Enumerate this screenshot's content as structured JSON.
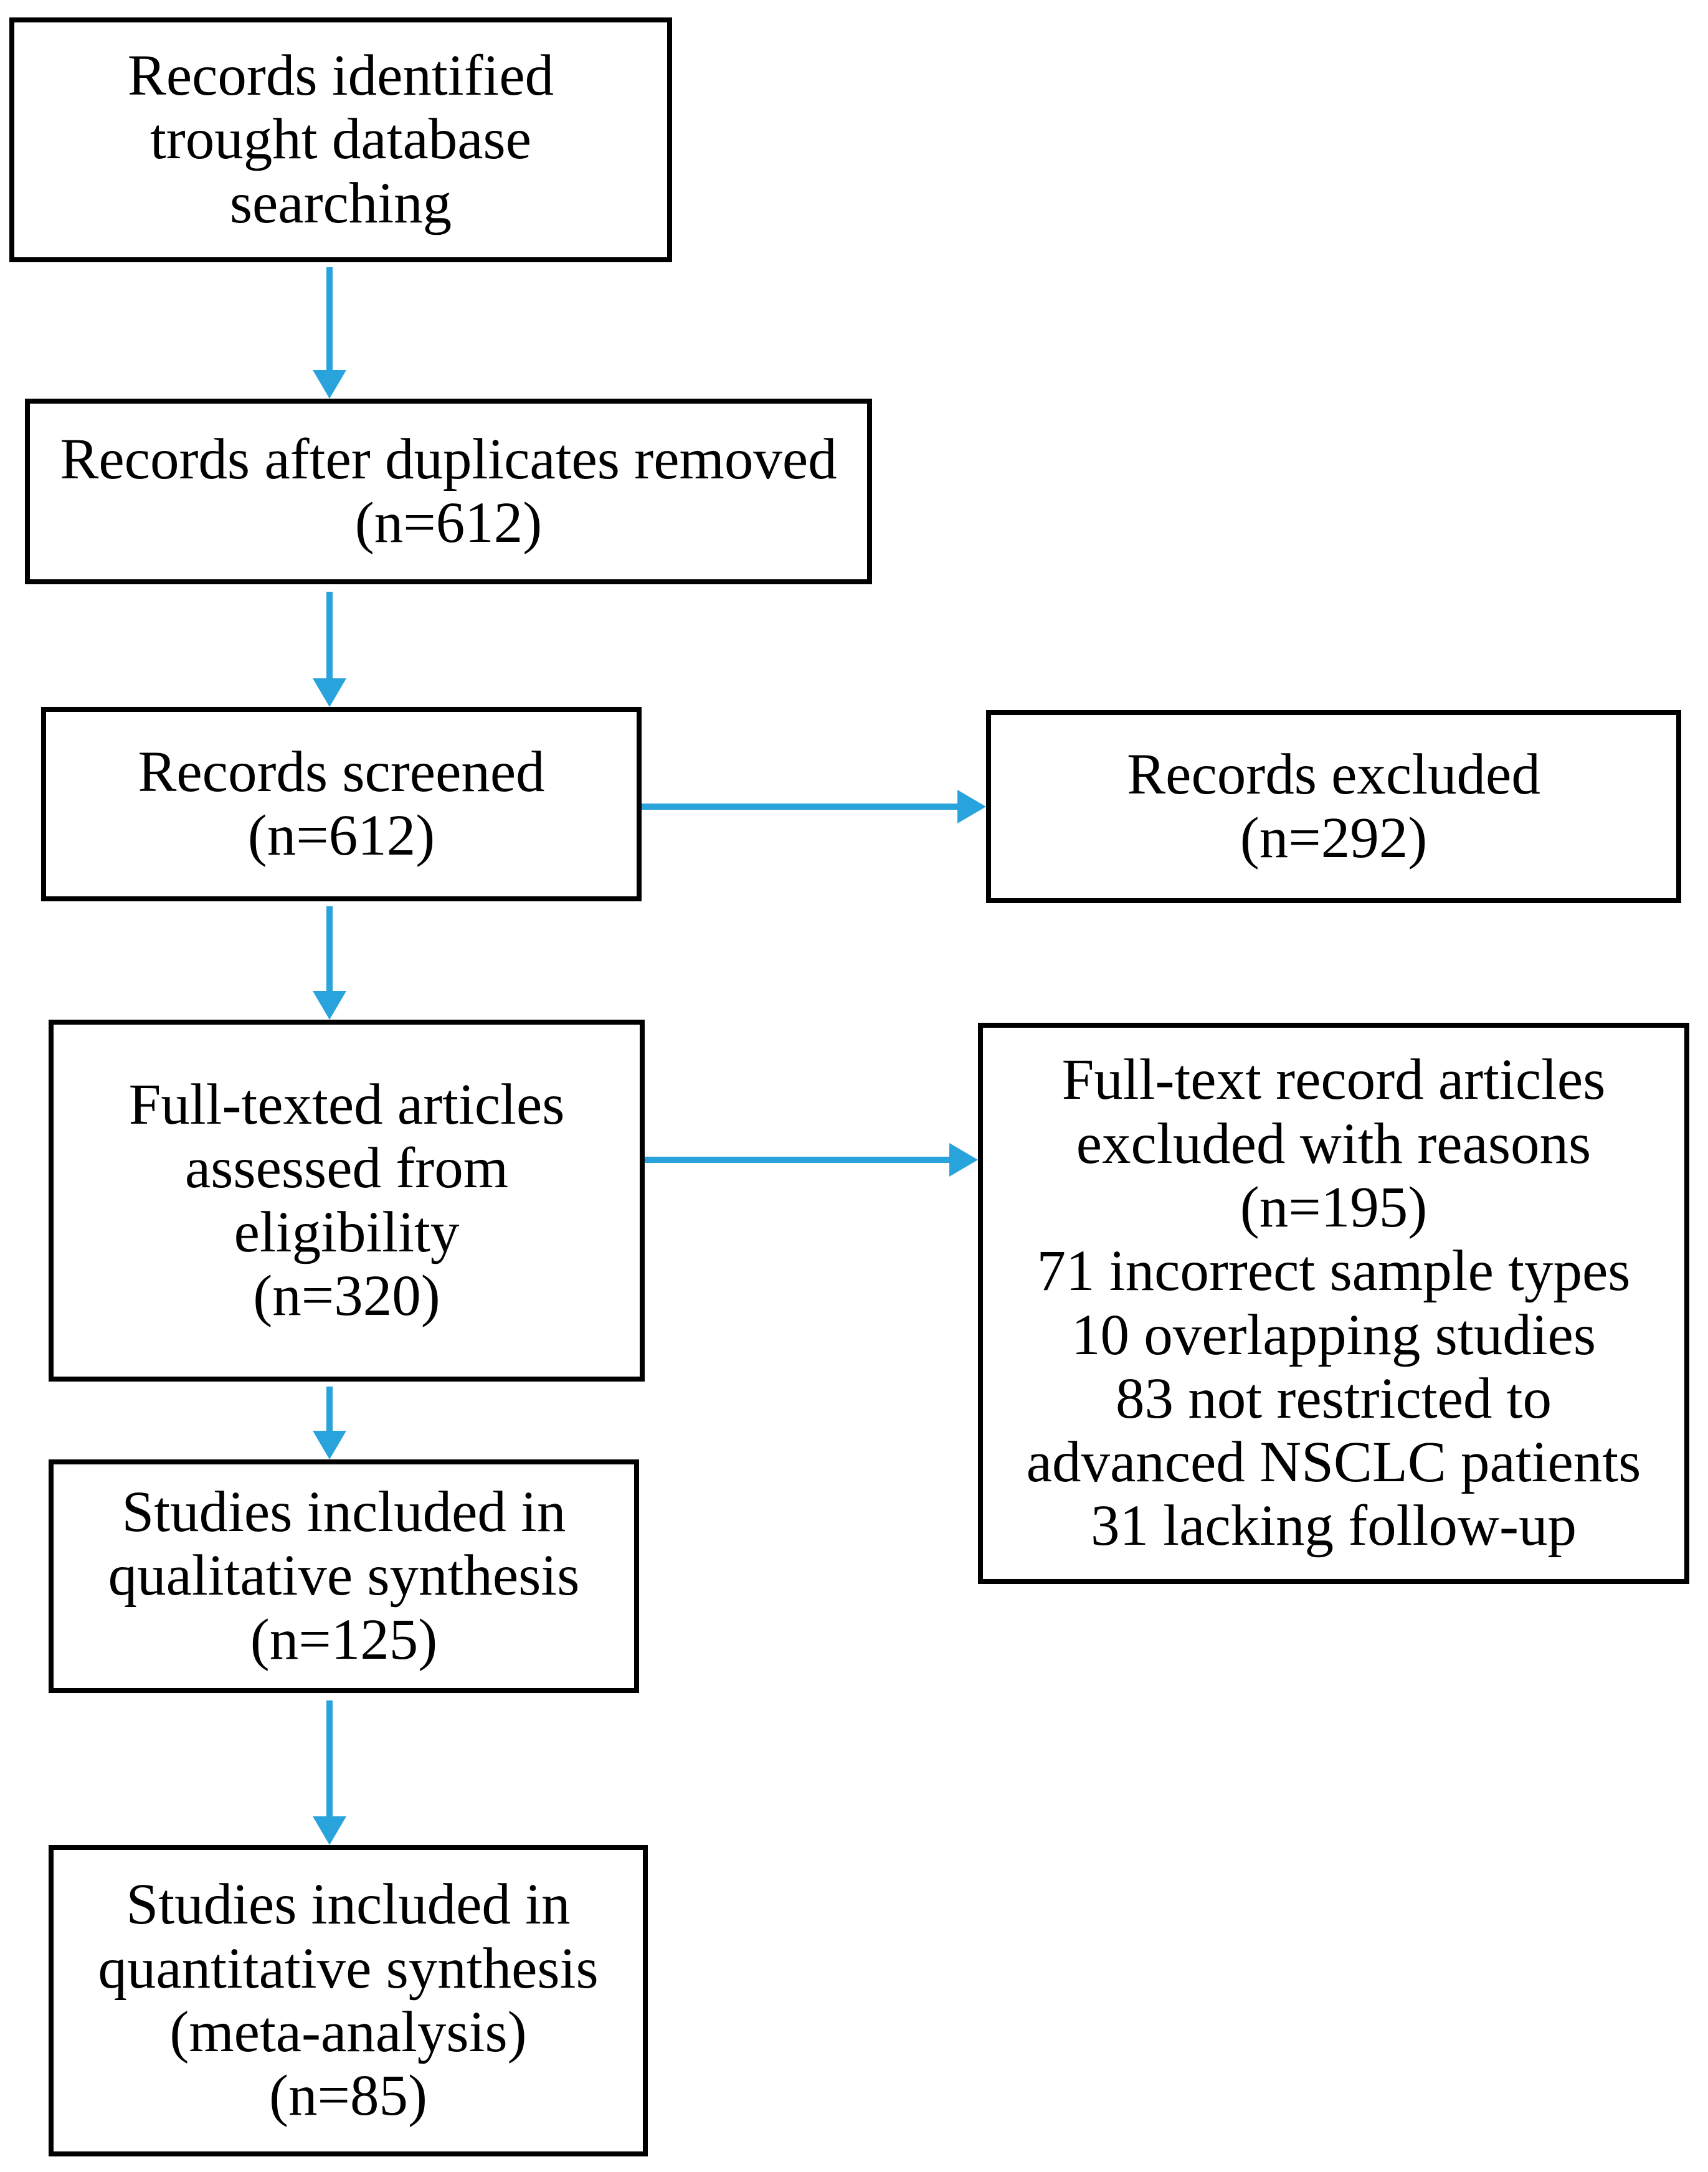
{
  "colors": {
    "arrow": "#29a3dc",
    "box_border": "#000000",
    "text": "#000000",
    "background": "#ffffff"
  },
  "boxes": {
    "identification": {
      "lines": [
        "Records identified",
        "trought database",
        "searching"
      ]
    },
    "duplicates_removed": {
      "n": 612,
      "lines": [
        "Records after duplicates removed",
        "(n=612)"
      ]
    },
    "screened": {
      "n": 612,
      "lines": [
        "Records screened",
        "(n=612)"
      ]
    },
    "records_excluded": {
      "n": 292,
      "lines": [
        "Records excluded",
        "(n=292)"
      ]
    },
    "fulltext_assessed": {
      "n": 320,
      "lines": [
        "Full-texted articles",
        "assessed from",
        "eligibility",
        "(n=320)"
      ]
    },
    "fulltext_excluded": {
      "n": 195,
      "reasons": [
        {
          "count": 71,
          "label": "incorrect sample types"
        },
        {
          "count": 10,
          "label": "overlapping studies"
        },
        {
          "count": 83,
          "label": "not restricted to advanced NSCLC patients"
        },
        {
          "count": 31,
          "label": "lacking follow-up"
        }
      ],
      "lines": [
        "Full-text record articles",
        "excluded with reasons",
        "(n=195)",
        "71 incorrect sample types",
        "10 overlapping studies",
        "83 not restricted to",
        "advanced NSCLC patients",
        "31 lacking follow-up"
      ]
    },
    "qualitative_synthesis": {
      "n": 125,
      "lines": [
        "Studies included in",
        "qualitative synthesis",
        "(n=125)"
      ]
    },
    "quantitative_synthesis": {
      "n": 85,
      "lines": [
        "Studies included in",
        "quantitative synthesis",
        "(meta-analysis)",
        "(n=85)"
      ]
    }
  },
  "arrows": [
    {
      "direction": "down",
      "from": "identification",
      "to": "duplicates_removed"
    },
    {
      "direction": "down",
      "from": "duplicates_removed",
      "to": "screened"
    },
    {
      "direction": "right",
      "from": "screened",
      "to": "records_excluded"
    },
    {
      "direction": "down",
      "from": "screened",
      "to": "fulltext_assessed"
    },
    {
      "direction": "right",
      "from": "fulltext_assessed",
      "to": "fulltext_excluded"
    },
    {
      "direction": "down",
      "from": "fulltext_assessed",
      "to": "qualitative_synthesis"
    },
    {
      "direction": "down",
      "from": "qualitative_synthesis",
      "to": "quantitative_synthesis"
    }
  ]
}
